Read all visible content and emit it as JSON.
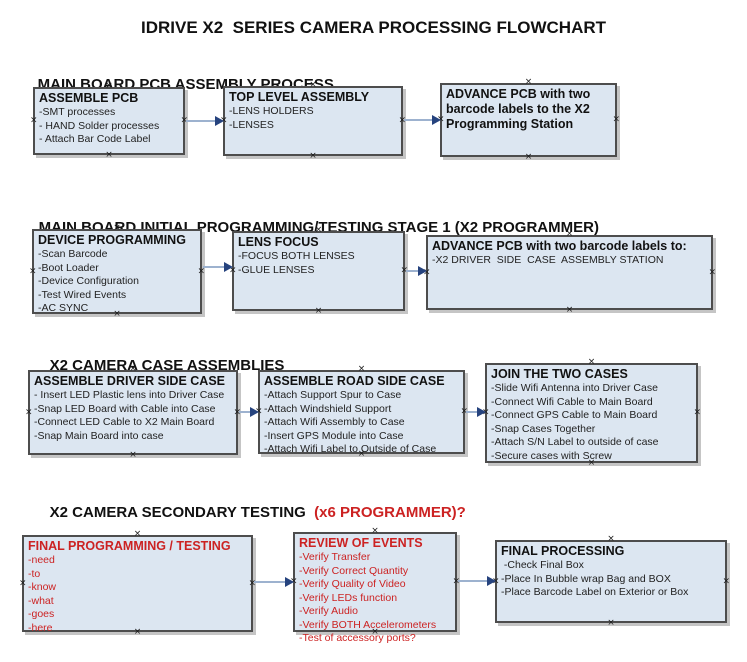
{
  "page_title": "IDRIVE X2  SERIES CAMERA PROCESSING FLOWCHART",
  "decorations": {
    "handle_glyph": "×"
  },
  "colors": {
    "box_fill": "#dce6f1",
    "box_border": "#4d4d4d",
    "red_text": "#cc2222",
    "connector_line": "#9db2cf",
    "arrow_head": "#26437e"
  },
  "sections": [
    {
      "heading": {
        "text": "MAIN BOARD PCB ASSEMBLY PROCESS"
      },
      "boxes": [
        {
          "header": "ASSEMBLE PCB",
          "items": [
            "-SMT processes",
            "- HAND Solder processes",
            "- Attach Bar Code Label"
          ]
        },
        {
          "header": "TOP LEVEL ASSEMBLY",
          "items": [
            "-LENS HOLDERS",
            "-LENSES"
          ]
        },
        {
          "header": "ADVANCE PCB with two barcode labels to the  X2 Programming Station",
          "items": []
        }
      ]
    },
    {
      "heading": {
        "text": "MAIN BOARD INITIAL PROGRAMMING/TESTING STAGE 1 (X2 PROGRAMMER)"
      },
      "boxes": [
        {
          "header": "DEVICE PROGRAMMING",
          "items": [
            "-Scan Barcode",
            "-Boot Loader",
            "-Device Configuration",
            "-Test Wired Events",
            "-AC SYNC"
          ]
        },
        {
          "header": "LENS FOCUS",
          "items": [
            "-FOCUS BOTH LENSES",
            "-GLUE LENSES"
          ]
        },
        {
          "header": "ADVANCE PCB with two barcode labels to:",
          "items": [
            "-X2 DRIVER  SIDE  CASE  ASSEMBLY STATION"
          ]
        }
      ]
    },
    {
      "heading": {
        "text": "X2 CAMERA CASE ASSEMBLIES"
      },
      "boxes": [
        {
          "header": "ASSEMBLE DRIVER SIDE CASE",
          "items": [
            "- Insert LED Plastic lens into Driver Case",
            "-Snap LED Board with Cable into Case",
            "-Connect LED Cable to X2 Main Board",
            "-Snap Main Board into case"
          ]
        },
        {
          "header": "ASSEMBLE ROAD SIDE CASE",
          "items": [
            "-Attach Support Spur to Case",
            "-Attach Windshield Support",
            "-Attach Wifi Assembly to Case",
            "-Insert GPS Module into Case",
            "-Attach Wifi Label to Outside of Case"
          ]
        },
        {
          "header": "JOIN THE TWO CASES",
          "items": [
            "-Slide Wifi Antenna into Driver Case",
            "-Connect Wifi Cable to Main Board",
            "-Connect GPS Cable to Main Board",
            "-Snap Cases Together",
            "-Attach S/N Label to outside of case",
            "-Secure cases with Screw"
          ]
        }
      ]
    },
    {
      "heading": {
        "text": "X2 CAMERA SECONDARY TESTING  ",
        "red_suffix": "(x6 PROGRAMMER)?"
      },
      "boxes": [
        {
          "header": "FINAL PROGRAMMING / TESTING",
          "items": [
            "-need",
            "-to",
            "-know",
            "-what",
            "-goes",
            "-here"
          ]
        },
        {
          "header": "REVIEW OF EVENTS",
          "items": [
            "-Verify Transfer",
            "-Verify Correct Quantity",
            "-Verify Quality of Video",
            "-Verify LEDs function",
            "-Verify Audio",
            "-Verify BOTH Accelerometers",
            "-Test of accessory ports?"
          ]
        },
        {
          "header": "FINAL PROCESSING",
          "items": [
            " -Check Final Box",
            "-Place In Bubble wrap Bag and BOX",
            "-Place Barcode Label on Exterior or Box"
          ]
        }
      ]
    }
  ]
}
